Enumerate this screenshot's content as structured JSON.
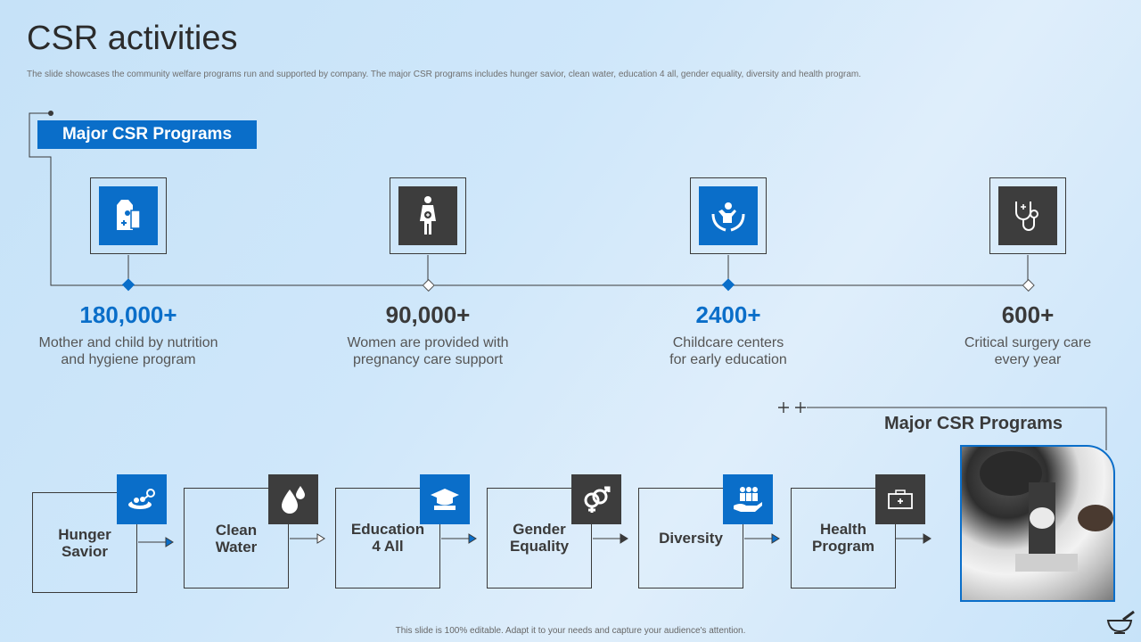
{
  "header": {
    "title": "CSR activities",
    "subtitle": "The slide showcases the community welfare programs run and supported by company. The major CSR programs includes hunger savior, clean water, education 4 all, gender equality, diversity and health program."
  },
  "tab": {
    "label": "Major CSR Programs"
  },
  "stats": [
    {
      "value": "180,000+",
      "line1": "Mother and child by nutrition",
      "line2": "and hygiene program",
      "icon": "nutrition-pack-icon"
    },
    {
      "value": "90,000+",
      "line1": "Women are provided with",
      "line2": "pregnancy care support",
      "icon": "pregnant-woman-icon"
    },
    {
      "value": "2400+",
      "line1": "Childcare centers",
      "line2": "for early education",
      "icon": "child-care-hands-icon"
    },
    {
      "value": "600+",
      "line1": "Critical surgery care",
      "line2": "every year",
      "icon": "stethoscope-icon"
    }
  ],
  "programs": {
    "title": "Major CSR Programs",
    "items": [
      {
        "line1": "Hunger",
        "line2": "Savior",
        "icon": "food-plate-icon"
      },
      {
        "line1": "Clean",
        "line2": "Water",
        "icon": "water-drops-icon"
      },
      {
        "line1": "Education",
        "line2": "4 All",
        "icon": "graduation-cap-icon"
      },
      {
        "line1": "Gender",
        "line2": "Equality",
        "icon": "gender-symbols-icon"
      },
      {
        "line1": "Diversity",
        "line2": "",
        "icon": "people-hand-icon"
      },
      {
        "line1": "Health",
        "line2": "Program",
        "icon": "medical-kit-icon"
      }
    ]
  },
  "footer": {
    "text": "This slide is 100% editable. Adapt it to your needs and capture your audience's attention."
  },
  "colors": {
    "accent": "#0a6ec9",
    "dark": "#3d3d3d"
  }
}
